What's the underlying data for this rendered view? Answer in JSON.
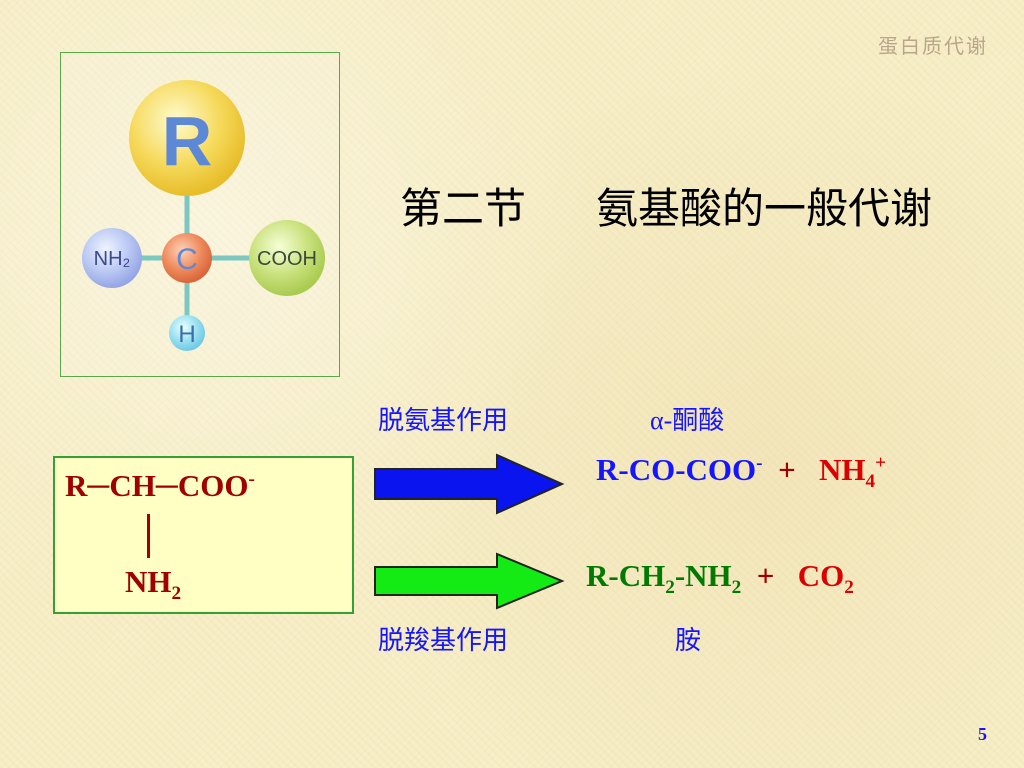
{
  "header": {
    "title": "蛋白质代谢"
  },
  "molecule": {
    "r": "R",
    "c": "C",
    "nh2": "NH₂",
    "cooh": "COOH",
    "h": "H"
  },
  "section_title": {
    "part1": "第二节",
    "part2": "氨基酸的一般代谢"
  },
  "labels": {
    "deamination": "脱氨基作用",
    "keto_acid": "α-酮酸",
    "decarboxylation": "脱羧基作用",
    "amine": "胺"
  },
  "amino_acid": {
    "line1": "R─CH─COO",
    "line1_sup": "-",
    "nh2_main": "NH",
    "nh2_sub": "2"
  },
  "product1": {
    "main": "R-CO-COO",
    "sup": "-",
    "plus": "+",
    "nh": "NH",
    "sub": "4",
    "plus_sup": "+"
  },
  "product2": {
    "a": "R-CH",
    "sub1": "2",
    "b": "-NH",
    "sub2": "2",
    "plus": "+",
    "co": "CO",
    "sub3": "2"
  },
  "arrows": {
    "top_color": "#0a14ee",
    "bottom_color": "#14ea14"
  },
  "page": {
    "number": "5"
  }
}
